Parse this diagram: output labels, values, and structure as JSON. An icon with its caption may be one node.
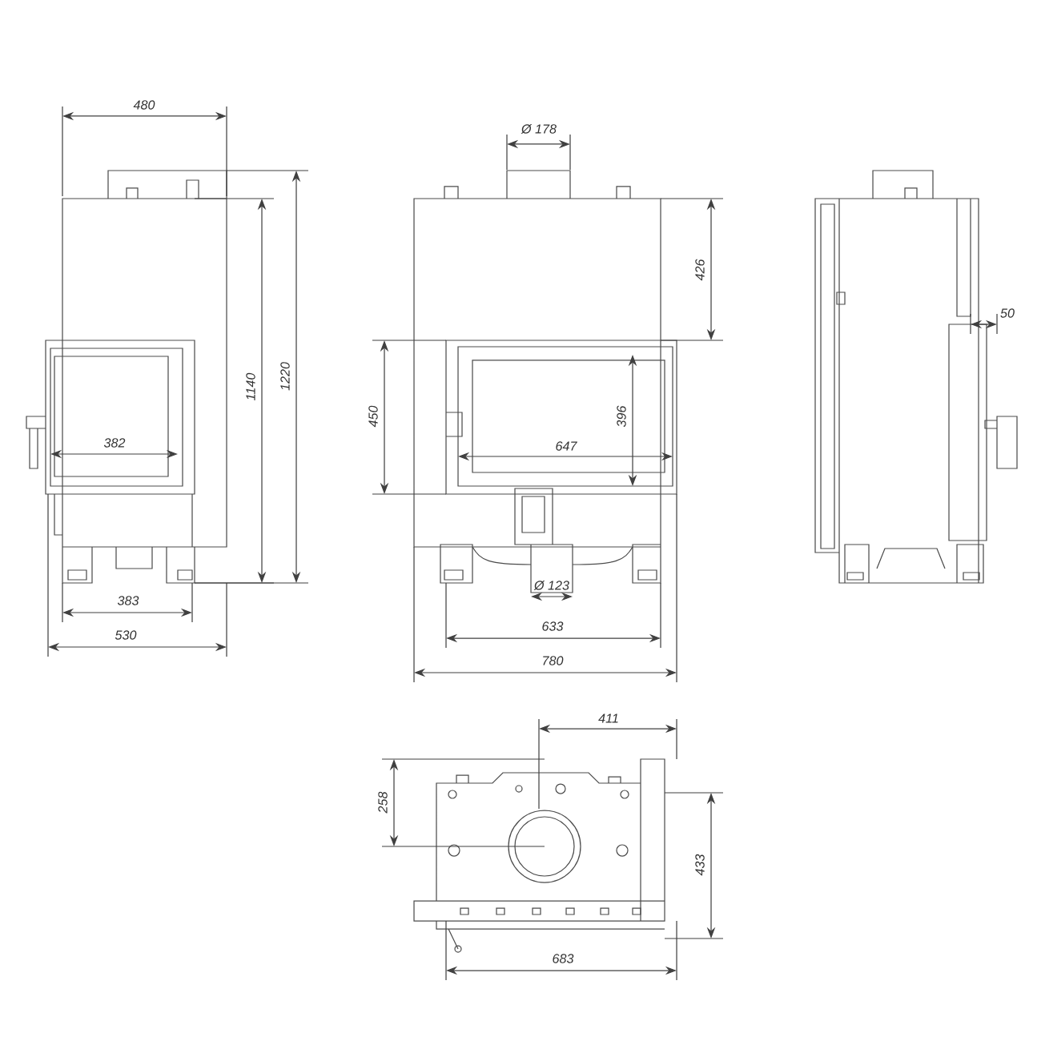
{
  "diagram": {
    "labels": [
      "480",
      "Ø 178",
      "426",
      "50",
      "1140",
      "1220",
      "450",
      "396",
      "382",
      "647",
      "383",
      "Ø 123",
      "633",
      "530",
      "780",
      "411",
      "258",
      "433",
      "683"
    ]
  }
}
